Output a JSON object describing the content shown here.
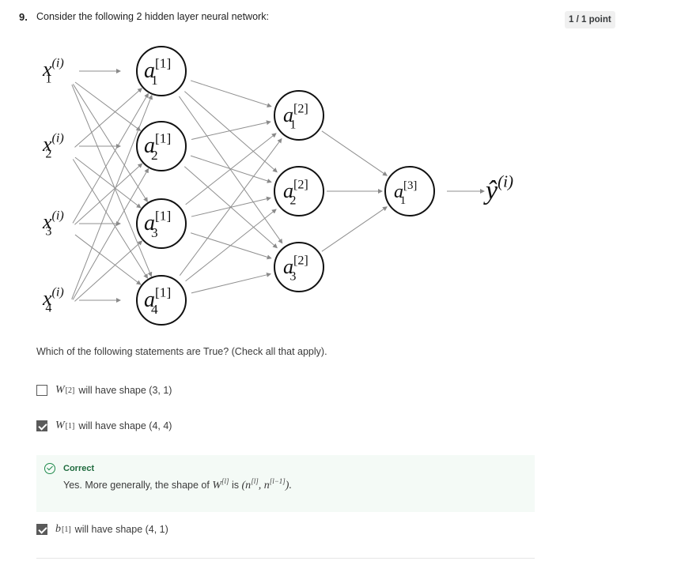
{
  "question": {
    "number": "9.",
    "text": "Consider the following 2 hidden layer neural network:",
    "points": "1 / 1 point"
  },
  "diagram": {
    "inputs": [
      {
        "base": "x",
        "sub": "1",
        "sup": "(i)"
      },
      {
        "base": "x",
        "sub": "2",
        "sup": "(i)"
      },
      {
        "base": "x",
        "sub": "3",
        "sup": "(i)"
      },
      {
        "base": "x",
        "sub": "4",
        "sup": "(i)"
      }
    ],
    "layer1": [
      {
        "base": "a",
        "sub": "1",
        "sup": "[1]"
      },
      {
        "base": "a",
        "sub": "2",
        "sup": "[1]"
      },
      {
        "base": "a",
        "sub": "3",
        "sup": "[1]"
      },
      {
        "base": "a",
        "sub": "4",
        "sup": "[1]"
      }
    ],
    "layer2": [
      {
        "base": "a",
        "sub": "1",
        "sup": "[2]"
      },
      {
        "base": "a",
        "sub": "2",
        "sup": "[2]"
      },
      {
        "base": "a",
        "sub": "3",
        "sup": "[2]"
      }
    ],
    "layer3": [
      {
        "base": "a",
        "sub": "1",
        "sup": "[3]"
      }
    ],
    "output": {
      "base": "ŷ",
      "sup": "(i)"
    }
  },
  "prompt": "Which of the following statements are True? (Check all that apply).",
  "options": [
    {
      "symbol": "W",
      "sup": "[2]",
      "text": "will have shape (3, 1)",
      "checked": false
    },
    {
      "symbol": "W",
      "sup": "[1]",
      "text": "will have shape (4, 4)",
      "checked": true
    },
    {
      "symbol": "b",
      "sup": "[1]",
      "text": "will have shape (4, 1)",
      "checked": true
    }
  ],
  "feedback": {
    "title": "Correct",
    "text_prefix": "Yes. More generally, the shape of",
    "symbol": "W",
    "sup": "[l]",
    "is": "is",
    "shape": "(n",
    "shape_sup1": "[l]",
    "shape_mid": ", n",
    "shape_sup2": "[l−1]",
    "shape_end": ")."
  }
}
